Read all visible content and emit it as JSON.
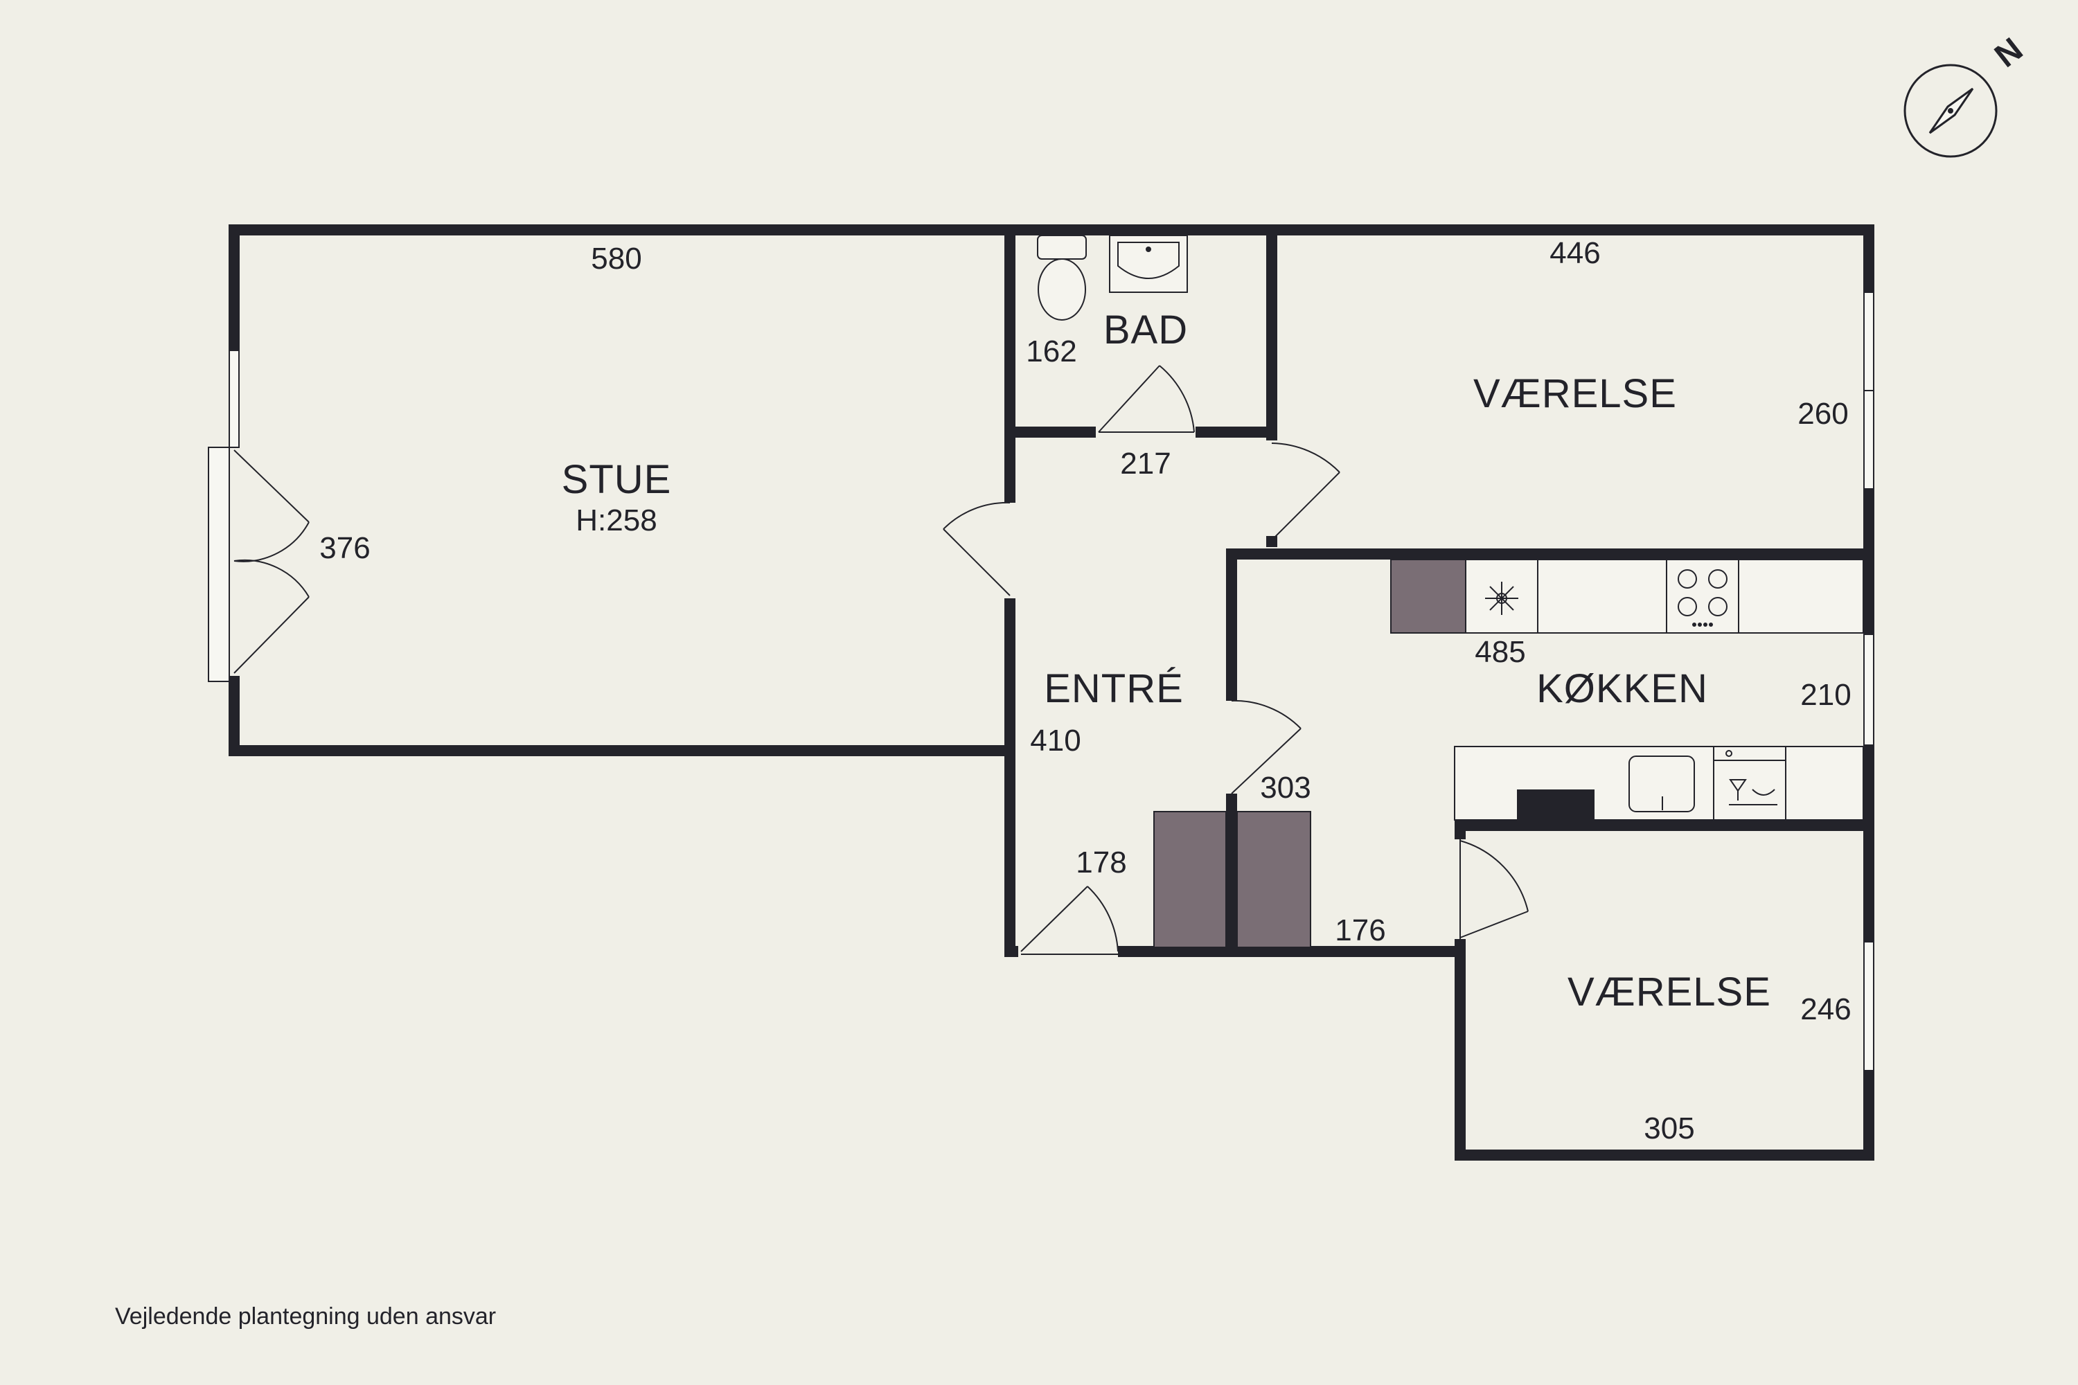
{
  "rooms": {
    "stue": {
      "name": "STUE",
      "height": "H:258"
    },
    "bad": {
      "name": "BAD"
    },
    "vaerelse_1": {
      "name": "VÆRELSE"
    },
    "entre": {
      "name": "ENTRÉ"
    },
    "koekken": {
      "name": "KØKKEN"
    },
    "vaerelse_2": {
      "name": "VÆRELSE"
    }
  },
  "dimensions": {
    "stue_width": "580",
    "stue_depth": "376",
    "bad_depth": "162",
    "bad_width": "217",
    "vaerelse_1_width": "446",
    "vaerelse_1_depth": "260",
    "koekken_width": "485",
    "koekken_depth": "210",
    "entre_depth": "410",
    "entre_303": "303",
    "entre_178": "178",
    "entre_176": "176",
    "vaerelse_2_depth": "246",
    "vaerelse_2_width": "305"
  },
  "compass": {
    "north_label": "N"
  },
  "footer": {
    "disclaimer": "Vejledende plantegning uden ansvar"
  },
  "colors": {
    "background": "#f0efe7",
    "wall": "#23232a",
    "cabinet": "#7a6e75"
  }
}
